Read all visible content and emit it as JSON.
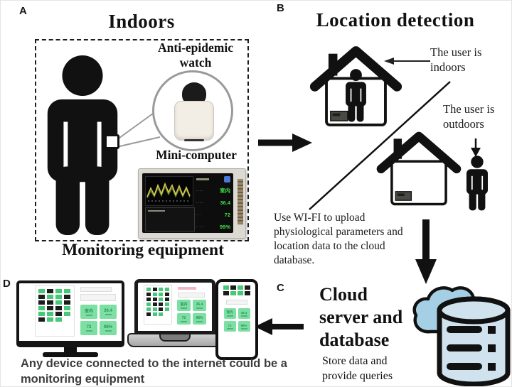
{
  "panel_a": {
    "label": "A",
    "title": "Indoors",
    "watch_caption_line1": "Anti-epidemic",
    "watch_caption_line2": "watch",
    "mini_caption": "Mini-computer",
    "equipment_title": "Monitoring equipment",
    "mini_screen": {
      "rows": [
        {
          "label": "·····",
          "value": "室内"
        },
        {
          "label": "·····",
          "value": "36.4"
        },
        {
          "label": "···",
          "value": "72"
        },
        {
          "label": "·····",
          "value": "99%"
        }
      ]
    }
  },
  "panel_b": {
    "label": "B",
    "title": "Location detection",
    "indoors_note_line1": "The user is",
    "indoors_note_line2": "indoors",
    "outdoors_note_line1": "The user is",
    "outdoors_note_line2": "outdoors",
    "wifi_note": "Use WI-FI to upload physiological parameters and location data to the cloud database."
  },
  "panel_c": {
    "label": "C",
    "title_lines": [
      "Cloud",
      "server and",
      "database"
    ],
    "subtitle_lines": [
      "Store data and",
      "provide queries"
    ]
  },
  "panel_d": {
    "label": "D",
    "caption": "Any device connected to the internet could be a monitoring equipment",
    "tiles": [
      {
        "value": "室内"
      },
      {
        "value": "36.4"
      },
      {
        "value": "72"
      },
      {
        "value": "98%"
      }
    ],
    "grids": {
      "large": [
        "gbgg",
        "bggb",
        "bbgb",
        "gbbg",
        "ggbg",
        "bgg."
      ],
      "phone": [
        "gbgb",
        "bggb"
      ]
    }
  },
  "colors": {
    "tile_green": "#7ce0a3",
    "mini_value_green": "#3ce04b",
    "cloud_blue": "#a5cfe4",
    "database_blue": "#cfe2ee",
    "waveform_yellow": "#d9c94e"
  }
}
